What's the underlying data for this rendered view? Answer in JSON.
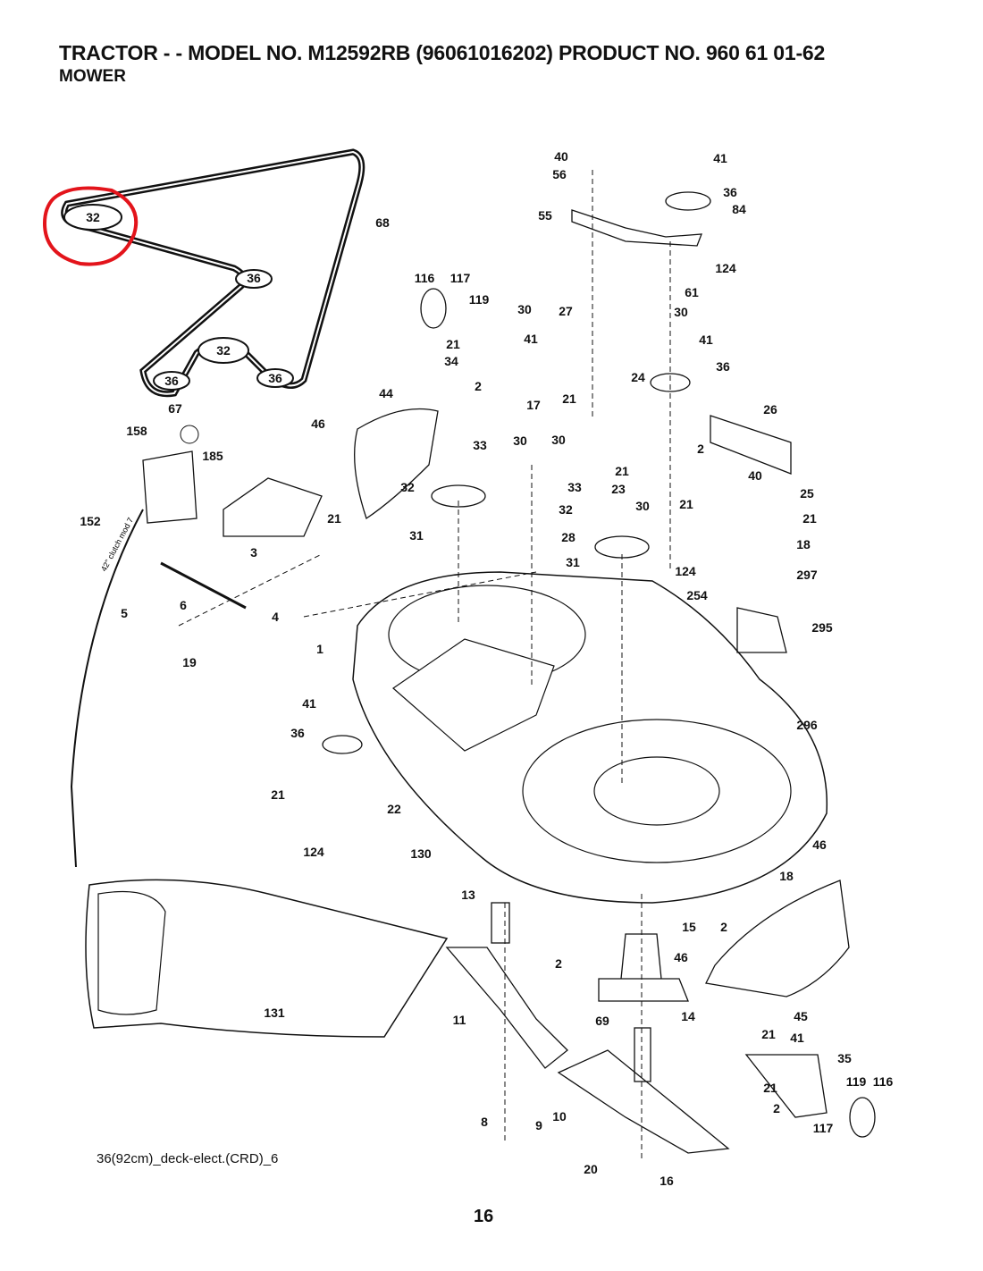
{
  "header": {
    "title": "TRACTOR - - MODEL NO. M12592RB (96061016202) PRODUCT NO. 960 61 01-62",
    "subtitle": "MOWER"
  },
  "footer": {
    "drawing_ref": "36(92cm)_deck-elect.(CRD)_6",
    "page_number": "16"
  },
  "cable_label": "42\" clutch mod 7",
  "highlight_color": "#e3141b",
  "callouts": [
    "32",
    "36",
    "32",
    "36",
    "36",
    "68",
    "67",
    "40",
    "56",
    "41",
    "36",
    "84",
    "55",
    "124",
    "61",
    "30",
    "27",
    "30",
    "41",
    "36",
    "116",
    "117",
    "119",
    "21",
    "41",
    "34",
    "2",
    "17",
    "21",
    "24",
    "26",
    "44",
    "46",
    "158",
    "185",
    "33",
    "30",
    "30",
    "2",
    "40",
    "21",
    "23",
    "33",
    "25",
    "32",
    "30",
    "21",
    "21",
    "32",
    "18",
    "152",
    "21",
    "3",
    "31",
    "28",
    "31",
    "124",
    "297",
    "5",
    "6",
    "4",
    "254",
    "295",
    "1",
    "19",
    "41",
    "36",
    "296",
    "21",
    "22",
    "124",
    "130",
    "46",
    "18",
    "13",
    "15",
    "2",
    "2",
    "46",
    "131",
    "11",
    "14",
    "45",
    "69",
    "21",
    "41",
    "35",
    "119",
    "116",
    "21",
    "2",
    "117",
    "10",
    "8",
    "9",
    "20",
    "16"
  ]
}
